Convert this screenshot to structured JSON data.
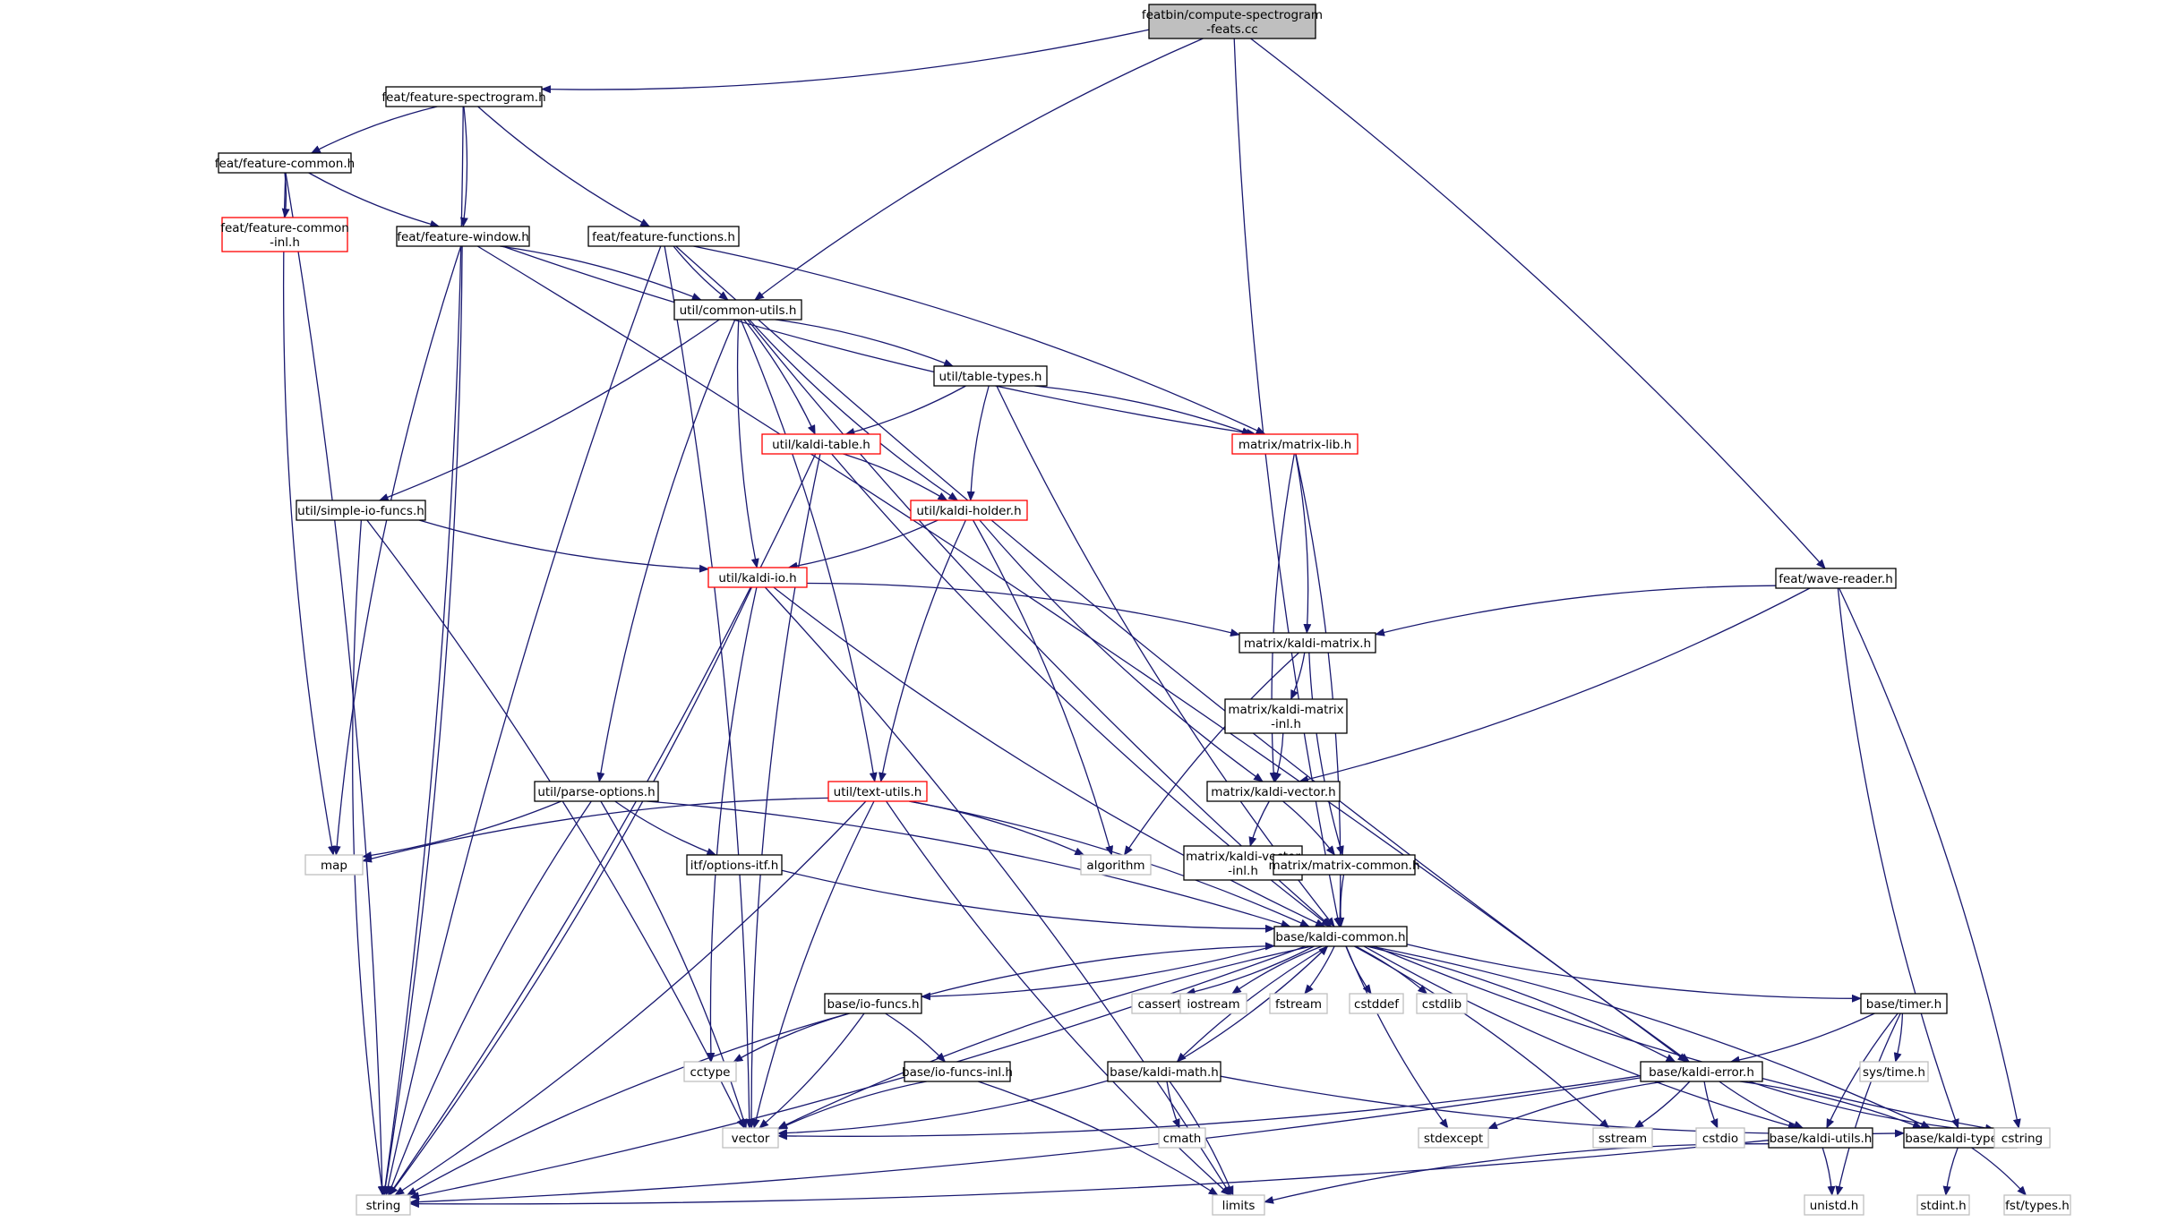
{
  "colors": {
    "edge": "#191970",
    "root_fill": "#bfbfbf",
    "border_documented": "#000000",
    "border_truncated": "#ff0000",
    "border_external": "#bfbfbf"
  },
  "nodes": [
    {
      "id": "root",
      "lines": [
        "featbin/compute-spectrogram",
        "-feats.cc"
      ],
      "kind": "root"
    },
    {
      "id": "spec",
      "lines": [
        "feat/feature-spectrogram.h"
      ],
      "kind": "doc"
    },
    {
      "id": "fcommon",
      "lines": [
        "feat/feature-common.h"
      ],
      "kind": "doc"
    },
    {
      "id": "fcinl",
      "lines": [
        "feat/feature-common",
        "-inl.h"
      ],
      "kind": "trunc"
    },
    {
      "id": "fwin",
      "lines": [
        "feat/feature-window.h"
      ],
      "kind": "doc"
    },
    {
      "id": "ffunc",
      "lines": [
        "feat/feature-functions.h"
      ],
      "kind": "doc"
    },
    {
      "id": "cutils",
      "lines": [
        "util/common-utils.h"
      ],
      "kind": "doc"
    },
    {
      "id": "ttypes",
      "lines": [
        "util/table-types.h"
      ],
      "kind": "doc"
    },
    {
      "id": "ktable",
      "lines": [
        "util/kaldi-table.h"
      ],
      "kind": "trunc"
    },
    {
      "id": "mlib",
      "lines": [
        "matrix/matrix-lib.h"
      ],
      "kind": "trunc"
    },
    {
      "id": "sio",
      "lines": [
        "util/simple-io-funcs.h"
      ],
      "kind": "doc"
    },
    {
      "id": "kholder",
      "lines": [
        "util/kaldi-holder.h"
      ],
      "kind": "trunc"
    },
    {
      "id": "kio",
      "lines": [
        "util/kaldi-io.h"
      ],
      "kind": "trunc"
    },
    {
      "id": "wave",
      "lines": [
        "feat/wave-reader.h"
      ],
      "kind": "doc"
    },
    {
      "id": "kmatrix",
      "lines": [
        "matrix/kaldi-matrix.h"
      ],
      "kind": "doc"
    },
    {
      "id": "kminl",
      "lines": [
        "matrix/kaldi-matrix",
        "-inl.h"
      ],
      "kind": "doc"
    },
    {
      "id": "kvec",
      "lines": [
        "matrix/kaldi-vector.h"
      ],
      "kind": "doc"
    },
    {
      "id": "popts",
      "lines": [
        "util/parse-options.h"
      ],
      "kind": "doc"
    },
    {
      "id": "tutils",
      "lines": [
        "util/text-utils.h"
      ],
      "kind": "trunc"
    },
    {
      "id": "map",
      "lines": [
        "map"
      ],
      "kind": "ext"
    },
    {
      "id": "oitf",
      "lines": [
        "itf/options-itf.h"
      ],
      "kind": "doc"
    },
    {
      "id": "algo",
      "lines": [
        "algorithm"
      ],
      "kind": "ext"
    },
    {
      "id": "kvinl",
      "lines": [
        "matrix/kaldi-vector",
        "-inl.h"
      ],
      "kind": "doc"
    },
    {
      "id": "mcommon",
      "lines": [
        "matrix/matrix-common.h"
      ],
      "kind": "doc"
    },
    {
      "id": "kcommon",
      "lines": [
        "base/kaldi-common.h"
      ],
      "kind": "doc"
    },
    {
      "id": "iofuncs",
      "lines": [
        "base/io-funcs.h"
      ],
      "kind": "doc"
    },
    {
      "id": "cassert",
      "lines": [
        "cassert"
      ],
      "kind": "ext"
    },
    {
      "id": "iostream",
      "lines": [
        "iostream"
      ],
      "kind": "ext"
    },
    {
      "id": "fstream",
      "lines": [
        "fstream"
      ],
      "kind": "ext"
    },
    {
      "id": "cstddef",
      "lines": [
        "cstddef"
      ],
      "kind": "ext"
    },
    {
      "id": "cstdlib",
      "lines": [
        "cstdlib"
      ],
      "kind": "ext"
    },
    {
      "id": "timer",
      "lines": [
        "base/timer.h"
      ],
      "kind": "doc"
    },
    {
      "id": "cctype",
      "lines": [
        "cctype"
      ],
      "kind": "ext"
    },
    {
      "id": "iofinl",
      "lines": [
        "base/io-funcs-inl.h"
      ],
      "kind": "doc"
    },
    {
      "id": "kmath",
      "lines": [
        "base/kaldi-math.h"
      ],
      "kind": "doc"
    },
    {
      "id": "systime",
      "lines": [
        "sys/time.h"
      ],
      "kind": "ext"
    },
    {
      "id": "kerror",
      "lines": [
        "base/kaldi-error.h"
      ],
      "kind": "doc"
    },
    {
      "id": "vector",
      "lines": [
        "vector"
      ],
      "kind": "ext"
    },
    {
      "id": "cmath",
      "lines": [
        "cmath"
      ],
      "kind": "ext"
    },
    {
      "id": "stdexcept",
      "lines": [
        "stdexcept"
      ],
      "kind": "ext"
    },
    {
      "id": "sstream",
      "lines": [
        "sstream"
      ],
      "kind": "ext"
    },
    {
      "id": "cstdio",
      "lines": [
        "cstdio"
      ],
      "kind": "ext"
    },
    {
      "id": "kutils",
      "lines": [
        "base/kaldi-utils.h"
      ],
      "kind": "doc"
    },
    {
      "id": "ktypes",
      "lines": [
        "base/kaldi-types.h"
      ],
      "kind": "doc"
    },
    {
      "id": "cstring",
      "lines": [
        "cstring"
      ],
      "kind": "ext"
    },
    {
      "id": "string",
      "lines": [
        "string"
      ],
      "kind": "ext"
    },
    {
      "id": "limits",
      "lines": [
        "limits"
      ],
      "kind": "ext"
    },
    {
      "id": "unistd",
      "lines": [
        "unistd.h"
      ],
      "kind": "ext"
    },
    {
      "id": "stdint",
      "lines": [
        "stdint.h"
      ],
      "kind": "ext"
    },
    {
      "id": "fsttypes",
      "lines": [
        "fst/types.h"
      ],
      "kind": "ext"
    }
  ],
  "edges": [
    [
      "root",
      "spec"
    ],
    [
      "root",
      "cutils"
    ],
    [
      "root",
      "wave"
    ],
    [
      "root",
      "kcommon"
    ],
    [
      "spec",
      "string"
    ],
    [
      "spec",
      "fcommon"
    ],
    [
      "spec",
      "fwin"
    ],
    [
      "spec",
      "ffunc"
    ],
    [
      "fcommon",
      "string"
    ],
    [
      "fcommon",
      "map"
    ],
    [
      "fcommon",
      "fcinl"
    ],
    [
      "fcommon",
      "fwin"
    ],
    [
      "fwin",
      "string"
    ],
    [
      "fwin",
      "map"
    ],
    [
      "fwin",
      "cutils"
    ],
    [
      "fwin",
      "mlib"
    ],
    [
      "fwin",
      "kerror"
    ],
    [
      "ffunc",
      "string"
    ],
    [
      "ffunc",
      "vector"
    ],
    [
      "ffunc",
      "cutils"
    ],
    [
      "ffunc",
      "mlib"
    ],
    [
      "ffunc",
      "kerror"
    ],
    [
      "cutils",
      "sio"
    ],
    [
      "cutils",
      "popts"
    ],
    [
      "cutils",
      "tutils"
    ],
    [
      "cutils",
      "kio"
    ],
    [
      "cutils",
      "ktable"
    ],
    [
      "cutils",
      "kholder"
    ],
    [
      "cutils",
      "ttypes"
    ],
    [
      "cutils",
      "kcommon"
    ],
    [
      "ttypes",
      "ktable"
    ],
    [
      "ttypes",
      "kholder"
    ],
    [
      "ttypes",
      "mlib"
    ],
    [
      "ttypes",
      "kcommon"
    ],
    [
      "ktable",
      "string"
    ],
    [
      "ktable",
      "vector"
    ],
    [
      "ktable",
      "kholder"
    ],
    [
      "ktable",
      "kcommon"
    ],
    [
      "mlib",
      "kmatrix"
    ],
    [
      "mlib",
      "kvec"
    ],
    [
      "mlib",
      "kcommon"
    ],
    [
      "sio",
      "string"
    ],
    [
      "sio",
      "vector"
    ],
    [
      "sio",
      "kio"
    ],
    [
      "kholder",
      "kio"
    ],
    [
      "kholder",
      "tutils"
    ],
    [
      "kholder",
      "algo"
    ],
    [
      "kholder",
      "kvec"
    ],
    [
      "kio",
      "string"
    ],
    [
      "kio",
      "cctype"
    ],
    [
      "kio",
      "limits"
    ],
    [
      "kio",
      "kcommon"
    ],
    [
      "kio",
      "kmatrix"
    ],
    [
      "wave",
      "kmatrix"
    ],
    [
      "wave",
      "kvec"
    ],
    [
      "wave",
      "ktypes"
    ],
    [
      "wave",
      "cstring"
    ],
    [
      "kmatrix",
      "algo"
    ],
    [
      "kmatrix",
      "kminl"
    ],
    [
      "kmatrix",
      "mcommon"
    ],
    [
      "kminl",
      "kvec"
    ],
    [
      "kvec",
      "kvinl"
    ],
    [
      "kvec",
      "mcommon"
    ],
    [
      "mcommon",
      "kcommon"
    ],
    [
      "popts",
      "map"
    ],
    [
      "popts",
      "string"
    ],
    [
      "popts",
      "vector"
    ],
    [
      "popts",
      "oitf"
    ],
    [
      "popts",
      "kcommon"
    ],
    [
      "tutils",
      "map"
    ],
    [
      "tutils",
      "string"
    ],
    [
      "tutils",
      "vector"
    ],
    [
      "tutils",
      "algo"
    ],
    [
      "tutils",
      "limits"
    ],
    [
      "tutils",
      "kcommon"
    ],
    [
      "oitf",
      "kcommon"
    ],
    [
      "kcommon",
      "iofuncs"
    ],
    [
      "kcommon",
      "kmath"
    ],
    [
      "kcommon",
      "cassert"
    ],
    [
      "kcommon",
      "iostream"
    ],
    [
      "kcommon",
      "fstream"
    ],
    [
      "kcommon",
      "cstddef"
    ],
    [
      "kcommon",
      "cstdlib"
    ],
    [
      "kcommon",
      "stdexcept"
    ],
    [
      "kcommon",
      "sstream"
    ],
    [
      "kcommon",
      "timer"
    ],
    [
      "kcommon",
      "kerror"
    ],
    [
      "kcommon",
      "kutils"
    ],
    [
      "kcommon",
      "ktypes"
    ],
    [
      "kcommon",
      "cstring"
    ],
    [
      "kcommon",
      "string"
    ],
    [
      "kcommon",
      "vector"
    ],
    [
      "iofuncs",
      "kcommon"
    ],
    [
      "iofuncs",
      "cctype"
    ],
    [
      "iofuncs",
      "vector"
    ],
    [
      "iofuncs",
      "string"
    ],
    [
      "iofuncs",
      "iofinl"
    ],
    [
      "iofinl",
      "vector"
    ],
    [
      "iofinl",
      "limits"
    ],
    [
      "kmath",
      "kcommon"
    ],
    [
      "kmath",
      "vector"
    ],
    [
      "kmath",
      "cmath"
    ],
    [
      "kmath",
      "limits"
    ],
    [
      "kmath",
      "ktypes"
    ],
    [
      "timer",
      "kerror"
    ],
    [
      "timer",
      "kutils"
    ],
    [
      "timer",
      "systime"
    ],
    [
      "timer",
      "unistd"
    ],
    [
      "kerror",
      "vector"
    ],
    [
      "kerror",
      "stdexcept"
    ],
    [
      "kerror",
      "sstream"
    ],
    [
      "kerror",
      "cstdio"
    ],
    [
      "kerror",
      "string"
    ],
    [
      "kerror",
      "kutils"
    ],
    [
      "kerror",
      "ktypes"
    ],
    [
      "kerror",
      "cstring"
    ],
    [
      "kutils",
      "string"
    ],
    [
      "kutils",
      "limits"
    ],
    [
      "kutils",
      "unistd"
    ],
    [
      "ktypes",
      "stdint"
    ],
    [
      "ktypes",
      "fsttypes"
    ]
  ]
}
